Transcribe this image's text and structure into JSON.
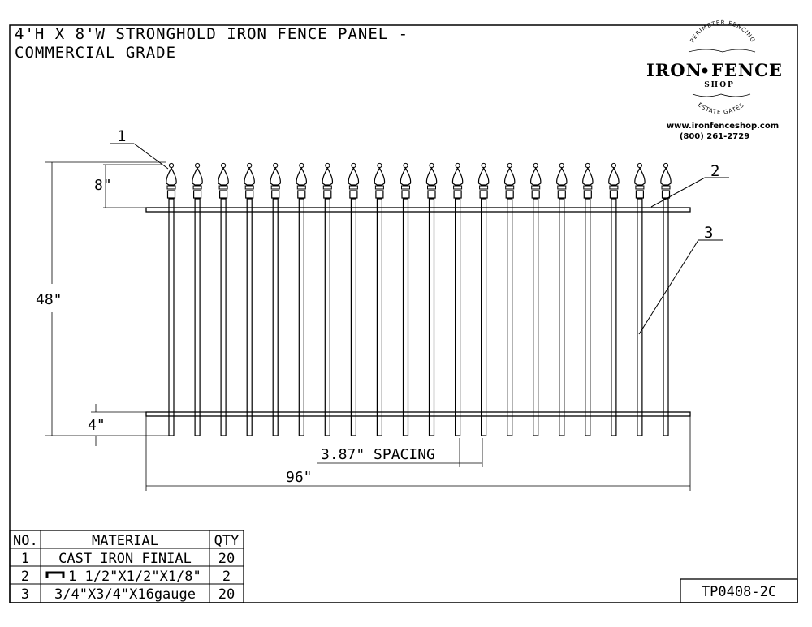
{
  "title": {
    "line1": "4'H X 8'W STRONGHOLD IRON FENCE PANEL -",
    "line2": "COMMERCIAL GRADE"
  },
  "logo": {
    "arc_top": "PERIMETER FENCING",
    "main_left": "IRON",
    "main_right": "FENCE",
    "sub": "SHOP",
    "arc_bottom": "ESTATE GATES",
    "website": "www.ironfenceshop.com",
    "phone": "(800) 261-2729"
  },
  "callouts": {
    "finial": "1",
    "rail": "2",
    "picket": "3"
  },
  "dimensions": {
    "finial_height": "8\"",
    "total_height": "48\"",
    "bottom_extension": "4\"",
    "spacing": "3.87\" SPACING",
    "width": "96\""
  },
  "picket_count": 20,
  "material_table": {
    "headers": [
      "NO.",
      "MATERIAL",
      "QTY"
    ],
    "rows": [
      {
        "no": "1",
        "material": "CAST IRON FINIAL",
        "qty": "20"
      },
      {
        "no": "2",
        "material": "1 1/2\"X1/2\"X1/8\"",
        "qty": "2",
        "icon": "channel-icon"
      },
      {
        "no": "3",
        "material": "3/4\"X3/4\"X16gauge",
        "qty": "20"
      }
    ]
  },
  "drawing_number": "TP0408-2C"
}
